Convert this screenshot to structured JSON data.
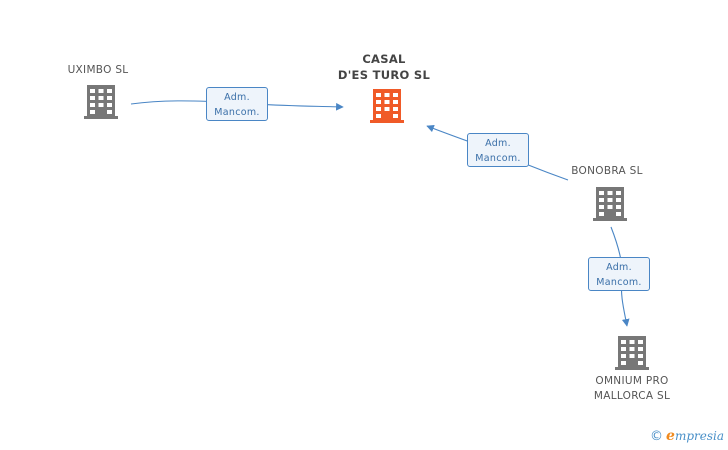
{
  "nodes": {
    "uximbo": {
      "label": "UXIMBO  SL"
    },
    "casal": {
      "label": "CASAL\nD'ES TURO SL"
    },
    "bonobra": {
      "label": "BONOBRA  SL"
    },
    "omnium": {
      "label": "OMNIUM PRO\nMALLORCA SL"
    }
  },
  "relations": [
    {
      "line1": "Adm.",
      "line2": "Mancom."
    },
    {
      "line1": "Adm.",
      "line2": "Mancom."
    },
    {
      "line1": "Adm.",
      "line2": "Mancom."
    }
  ],
  "footer": {
    "copyright": "©",
    "brand_initial": "e",
    "brand_rest": "mpresia"
  },
  "colors": {
    "main_company": "#f05a28",
    "company": "#777777",
    "relation": "#4a86c5"
  }
}
